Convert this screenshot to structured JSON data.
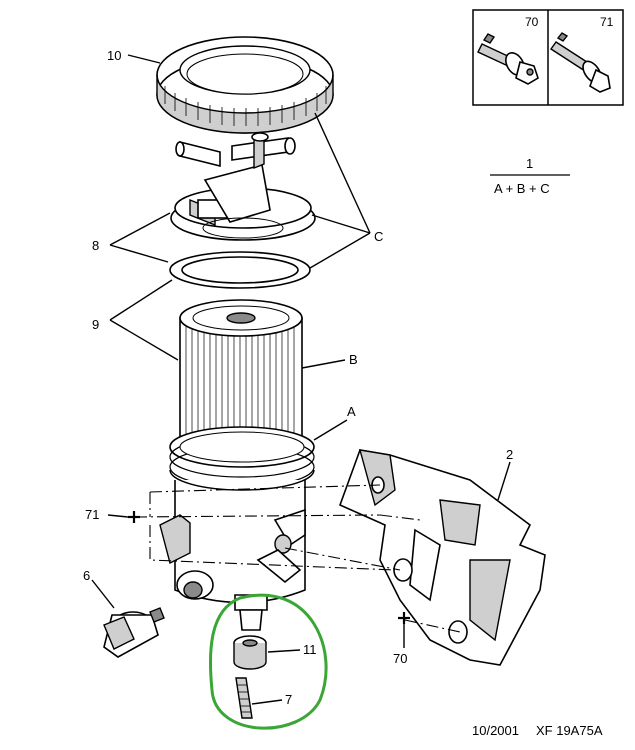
{
  "labels": {
    "p10": "10",
    "p8": "8",
    "p9": "9",
    "pC": "C",
    "pB": "B",
    "pA": "A",
    "p2": "2",
    "p71": "71",
    "p6": "6",
    "p70": "70",
    "p11": "11",
    "p7": "7"
  },
  "inset": {
    "left_number": "70",
    "right_number": "71"
  },
  "formula": {
    "top": "1",
    "bottom": "A + B + C"
  },
  "footer": {
    "date": "10/2001",
    "ref": "XF 19A75A"
  },
  "colors": {
    "highlight_circle": "#3aa635"
  }
}
